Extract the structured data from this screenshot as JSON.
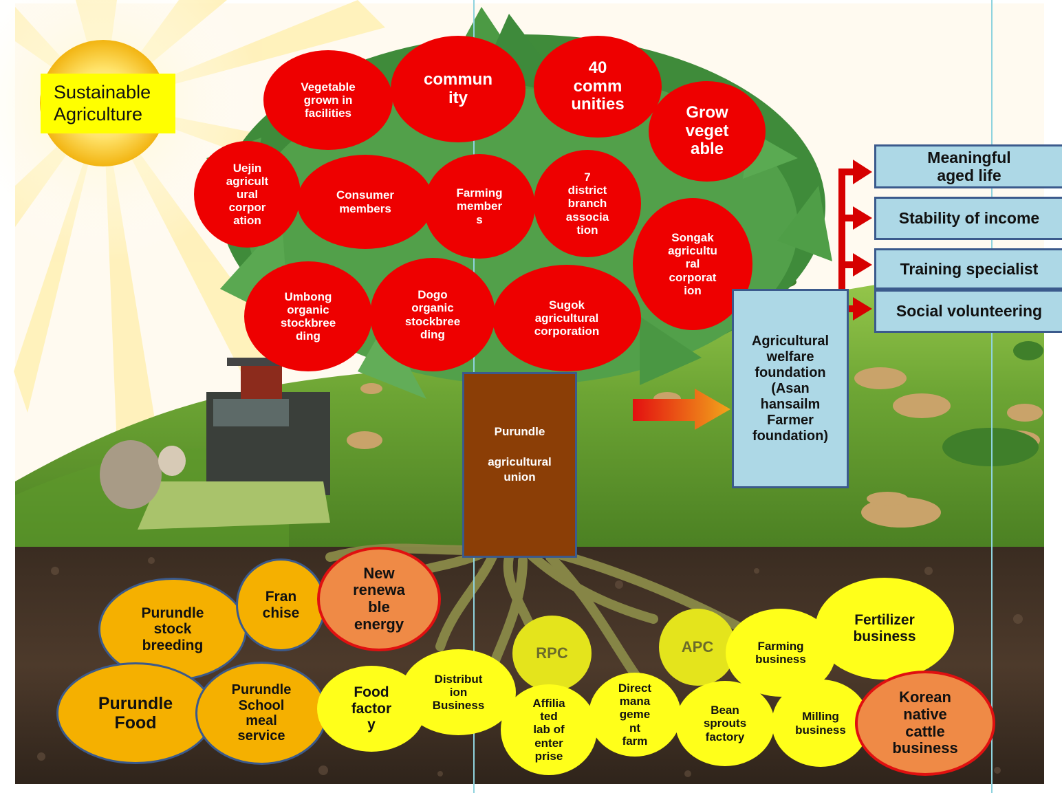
{
  "title_badge": "Sustainable\nAgriculture",
  "trunk_label": "Purundle\n\nagricultural\nunion",
  "foundation_label": "Agricultural\nwelfare\nfoundation\n(Asan\nhansailm\nFarmer\nfoundation)",
  "outcomes": [
    "Meaningful\naged life",
    "Stability of income",
    "Training specialist",
    "Social volunteering"
  ],
  "tree_members": [
    "Vegetable\ngrown in\nfacilities",
    "commun\nity",
    "40\ncomm\nunities",
    "Grow\nveget\nable",
    "Uejin\nagricult\nural\ncorpor\nation",
    "Consumer\nmembers",
    "Farming\nmember\ns",
    "7\ndistrict\nbranch\nassocia\ntion",
    "Songak\nagricultu\nral\ncorporat\nion",
    "Umbong\norganic\nstockbree\nding",
    "Dogo\norganic\nstockbree\nding",
    "Sugok\nagricultural\ncorporation"
  ],
  "root_businesses": [
    "Purundle\nstock\nbreeding",
    "Fran\nchise",
    "New\nrenewa\nble\nenergy",
    "Purundle\nFood",
    "Purundle\nSchool\nmeal\nservice",
    "Food\nfactor\ny",
    "Distribut\nion\nBusiness",
    "RPC",
    "APC",
    "Farming\nbusiness",
    "Fertilizer\nbusiness",
    "Affilia\nted\nlab of\nenter\nprise",
    "Direct\nmana\ngeme\nnt\nfarm",
    "Bean\nsprouts\nfactory",
    "Milling\nbusiness",
    "Korean\nnative\ncattle\nbusiness"
  ],
  "colors": {
    "apple": "#ee0000",
    "trunk": "#8b3e06",
    "badge": "#ffff00",
    "outcome_box": "#add8e6",
    "arrow": "#d60000",
    "orange_business": "#f5b000",
    "yellow_business": "#ffff1a",
    "coral_business": "#ef8a46"
  }
}
